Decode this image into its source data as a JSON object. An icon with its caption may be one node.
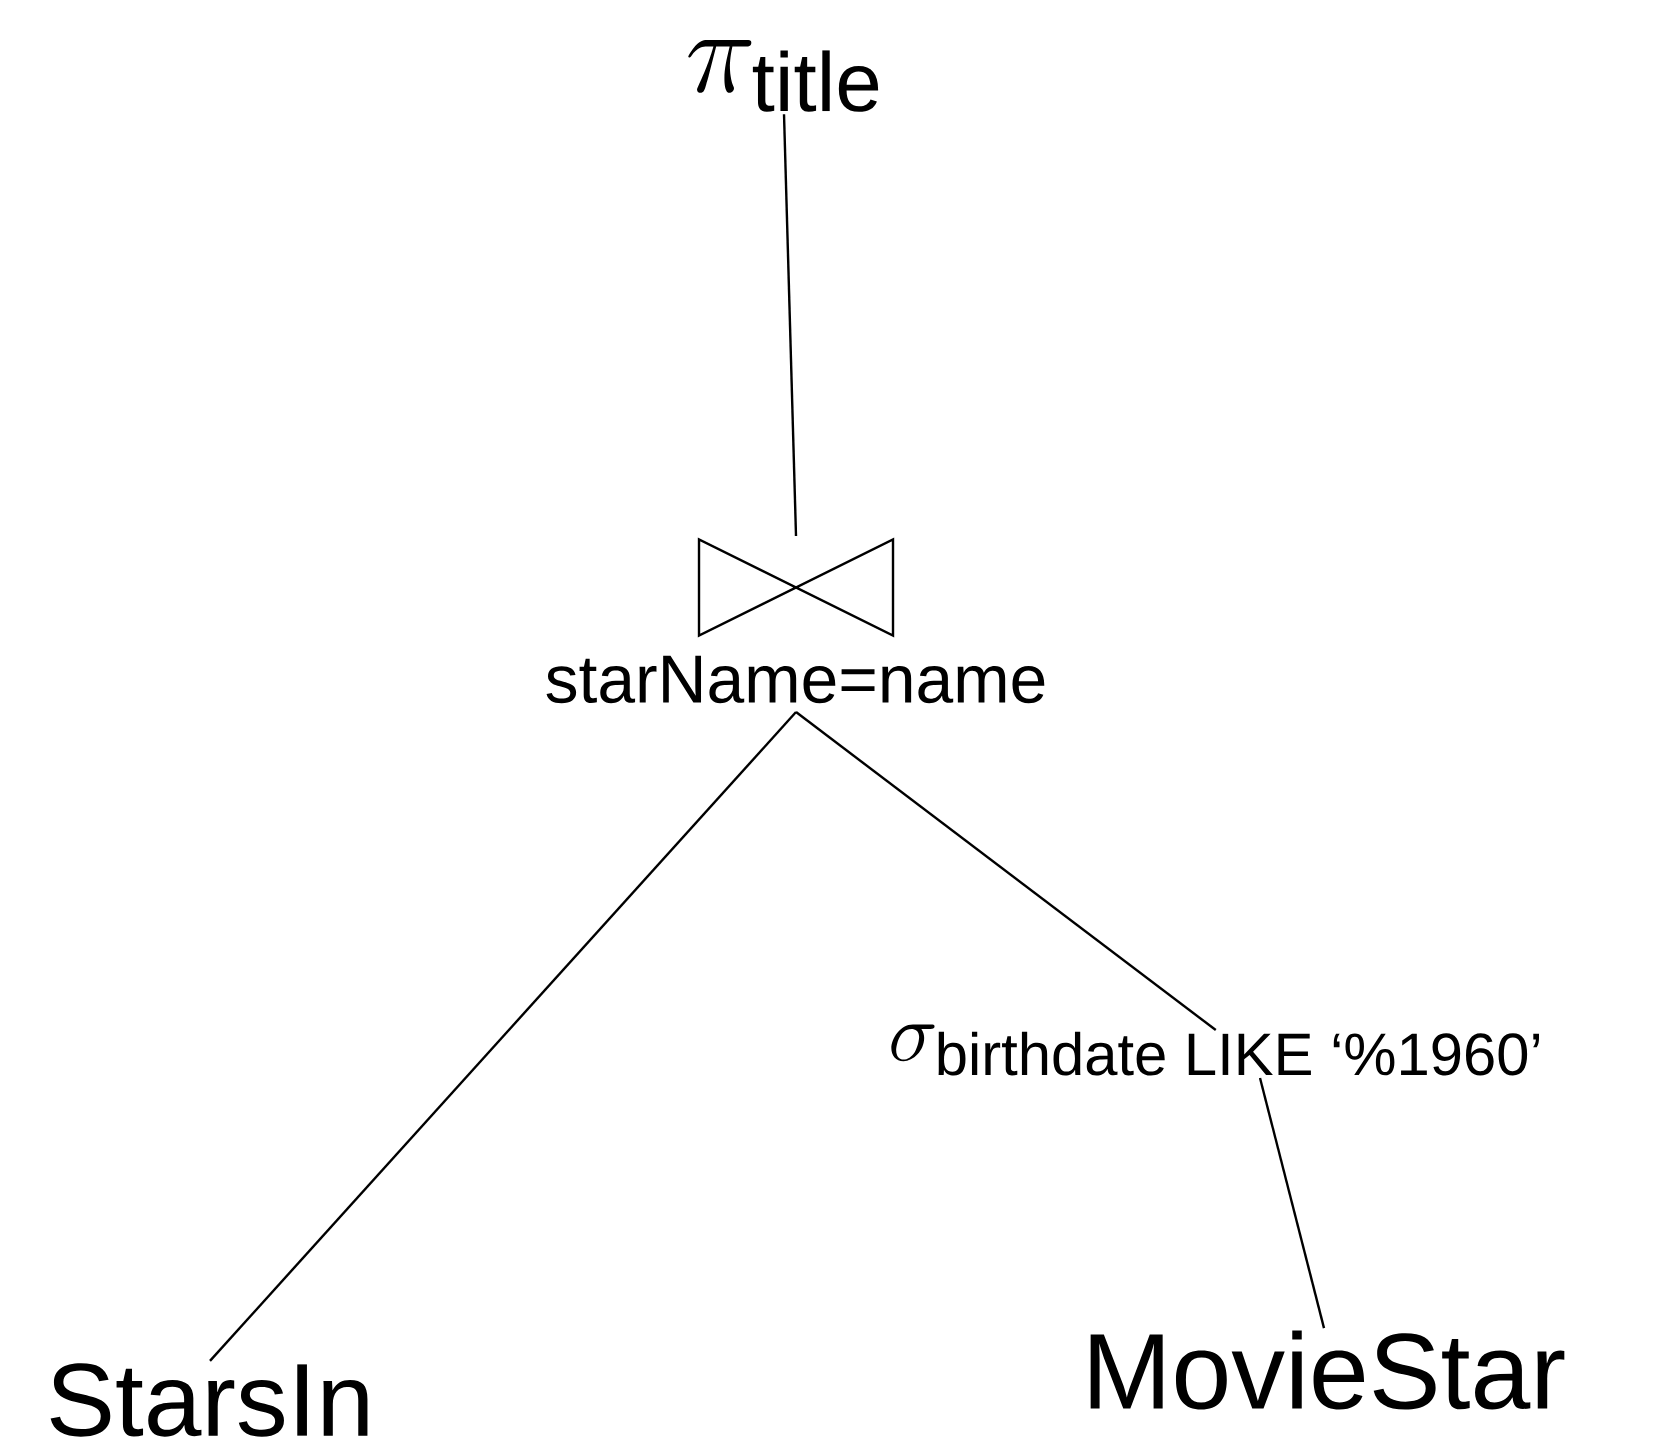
{
  "diagram": {
    "nodes": [
      {
        "text": [
          "\\pi_{\\text{title}}"
        ]
      },
      {
        "text": [
          "starName=name"
        ]
      },
      {
        "text": [
          "\\sigma_{\\text{birthdate LIKE ‘\\%1960’}}"
        ]
      },
      {
        "text": [
          "StarsIn"
        ]
      },
      {
        "text": [
          "MovieStar"
        ]
      }
    ],
    "edges": [
      {
        "from": 0,
        "to": 1,
        "arrow": "none"
      },
      {
        "from": 1,
        "to": 3,
        "arrow": "none"
      },
      {
        "from": 1,
        "to": 2,
        "arrow": "none"
      },
      {
        "from": 2,
        "to": 4,
        "arrow": "none"
      }
    ]
  }
}
